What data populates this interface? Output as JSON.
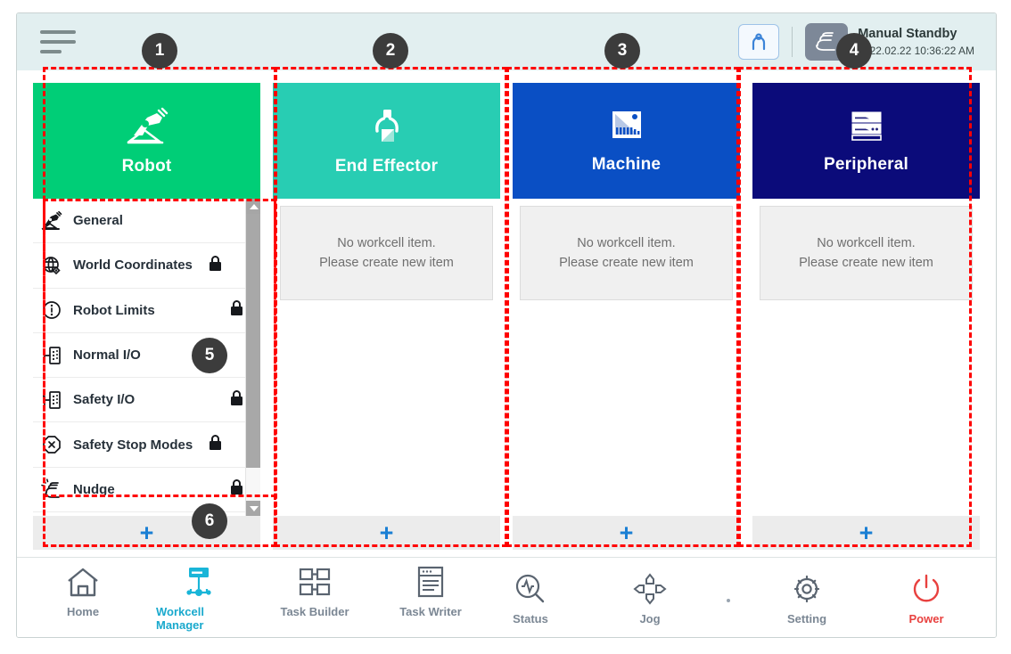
{
  "header": {
    "menu_icon": "hamburger-menu-icon",
    "home_pose_icon": "robot-home-pose-icon",
    "mode_icon": "manual-hand-icon",
    "status_title": "Manual Standby",
    "status_time": "2022.02.22 10:36:22 AM"
  },
  "cards": [
    {
      "id": "robot",
      "title": "Robot",
      "icon": "robot-arm-icon",
      "color": "#00ce77",
      "add_label": "+",
      "has_list": true
    },
    {
      "id": "end-effector",
      "title": "End Effector",
      "icon": "gripper-icon",
      "color": "#28cdb3",
      "empty_line1": "No workcell item.",
      "empty_line2": "Please create new item",
      "add_label": "+",
      "has_list": false
    },
    {
      "id": "machine",
      "title": "Machine",
      "icon": "machine-icon",
      "color": "#0a4fc4",
      "empty_line1": "No workcell item.",
      "empty_line2": "Please create new item",
      "add_label": "+",
      "has_list": false
    },
    {
      "id": "peripheral",
      "title": "Peripheral",
      "icon": "peripheral-rack-icon",
      "color": "#0b0b7a",
      "empty_line1": "No workcell item.",
      "empty_line2": "Please create new item",
      "add_label": "+",
      "has_list": false
    }
  ],
  "robot_list": {
    "items": [
      {
        "label": "General",
        "icon": "robot-arm-icon",
        "locked": false,
        "lock_align": "none"
      },
      {
        "label": "World Coordinates",
        "icon": "globe-coordinate-icon",
        "locked": true,
        "lock_align": "inline"
      },
      {
        "label": "Robot Limits",
        "icon": "limits-circle-icon",
        "locked": true,
        "lock_align": "fixed"
      },
      {
        "label": "Normal I/O",
        "icon": "io-port-icon",
        "locked": false,
        "lock_align": "none"
      },
      {
        "label": "Safety I/O",
        "icon": "io-port-icon",
        "locked": true,
        "lock_align": "fixed"
      },
      {
        "label": "Safety Stop Modes",
        "icon": "stop-octagon-icon",
        "locked": true,
        "lock_align": "inline"
      },
      {
        "label": "Nudge",
        "icon": "nudge-hand-icon",
        "locked": true,
        "lock_align": "fixed"
      }
    ],
    "scroll_up_icon": "scroll-up-arrow-icon",
    "scroll_down_icon": "scroll-down-arrow-icon"
  },
  "nav": {
    "left": [
      {
        "label": "Home",
        "icon": "home-icon",
        "active": false
      },
      {
        "label": "Workcell Manager",
        "icon": "workcell-manager-icon",
        "active": true
      },
      {
        "label": "Task Builder",
        "icon": "task-builder-icon",
        "active": false
      },
      {
        "label": "Task Writer",
        "icon": "task-writer-icon",
        "active": false
      }
    ],
    "right": [
      {
        "label": "Status",
        "icon": "status-pulse-icon",
        "kind": "normal"
      },
      {
        "label": "Jog",
        "icon": "jog-dpad-icon",
        "kind": "normal"
      },
      {
        "label": "Setting",
        "icon": "gear-icon",
        "kind": "normal"
      },
      {
        "label": "Power",
        "icon": "power-icon",
        "kind": "power"
      }
    ]
  },
  "annotations": [
    {
      "number": "1"
    },
    {
      "number": "2"
    },
    {
      "number": "3"
    },
    {
      "number": "4"
    },
    {
      "number": "5"
    },
    {
      "number": "6"
    }
  ],
  "colors": {
    "annotation": "#ff0000",
    "badge_bg": "#3c3c3c",
    "accent": "#19a9cd",
    "power": "#e8413f",
    "plus": "#1a7fd4"
  }
}
